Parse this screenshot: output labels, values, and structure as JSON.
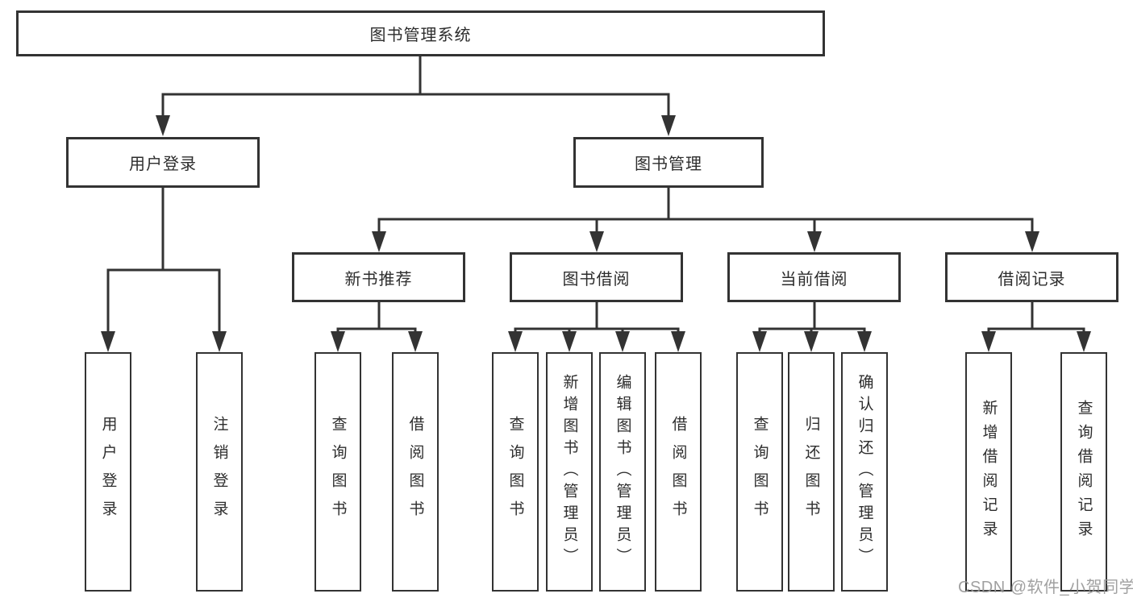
{
  "nodes": {
    "root": "图书管理系统",
    "level2": {
      "user_login": "用户登录",
      "book_management": "图书管理"
    },
    "level3": {
      "new_book_recommend": "新书推荐",
      "book_borrow": "图书借阅",
      "current_borrow": "当前借阅",
      "borrow_records": "借阅记录"
    },
    "leaves": {
      "user_login": [
        "用户登录",
        "注销登录"
      ],
      "new_book_recommend": [
        "查询图书",
        "借阅图书"
      ],
      "book_borrow": [
        "查询图书",
        "新增图书（管理员）",
        "编辑图书（管理员）",
        "借阅图书"
      ],
      "current_borrow": [
        "查询图书",
        "归还图书",
        "确认归还（管理员）"
      ],
      "borrow_records": [
        "新增借阅记录",
        "查询借阅记录"
      ]
    }
  },
  "watermark": "CSDN @软件_小贺同学",
  "colors": {
    "line": "#333333",
    "box_border": "#333333",
    "text": "#2d2d2d",
    "watermark": "#989898",
    "background": "#ffffff"
  }
}
